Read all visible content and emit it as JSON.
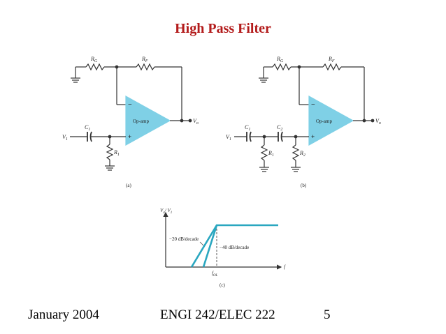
{
  "slide": {
    "title": "High Pass Filter",
    "footer_left": "January 2004",
    "footer_center": "ENGI 242/ELEC 222",
    "footer_right": "5"
  },
  "colors": {
    "title": "#b31b1b",
    "opamp_fill": "#7fd0e6",
    "response_line": "#2aa7c0",
    "wire": "#333333"
  },
  "circuit_a": {
    "caption": "(a)",
    "opamp_label": "Op-amp",
    "rg": "R",
    "rg_sub": "G",
    "rf": "R",
    "rf_sub": "F",
    "c1": "C",
    "c1_sub": "1",
    "r1": "R",
    "r1_sub": "1",
    "vi": "V",
    "vi_sub": "1",
    "vo": "V",
    "vo_sub": "o",
    "minus": "−",
    "plus": "+"
  },
  "circuit_b": {
    "caption": "(b)",
    "opamp_label": "Op-amp",
    "rg": "R",
    "rg_sub": "G",
    "rf": "R",
    "rf_sub": "F",
    "c1": "C",
    "c1_sub": "1",
    "c2": "C",
    "c2_sub": "2",
    "r1": "R",
    "r1_sub": "1",
    "r2": "R",
    "r2_sub": "2",
    "vi": "V",
    "vi_sub": "1",
    "vo": "V",
    "vo_sub": "o",
    "minus": "−",
    "plus": "+"
  },
  "response_c": {
    "caption": "(c)",
    "y_label": "V",
    "y_label_sub": "o",
    "y_label_rest": "/ V",
    "y_label_sub2": "1",
    "x_label": "f",
    "cutoff_label": "f",
    "cutoff_sub": "OL",
    "slope1": "−20 dB/decade",
    "slope2": "−40 dB/decade"
  }
}
